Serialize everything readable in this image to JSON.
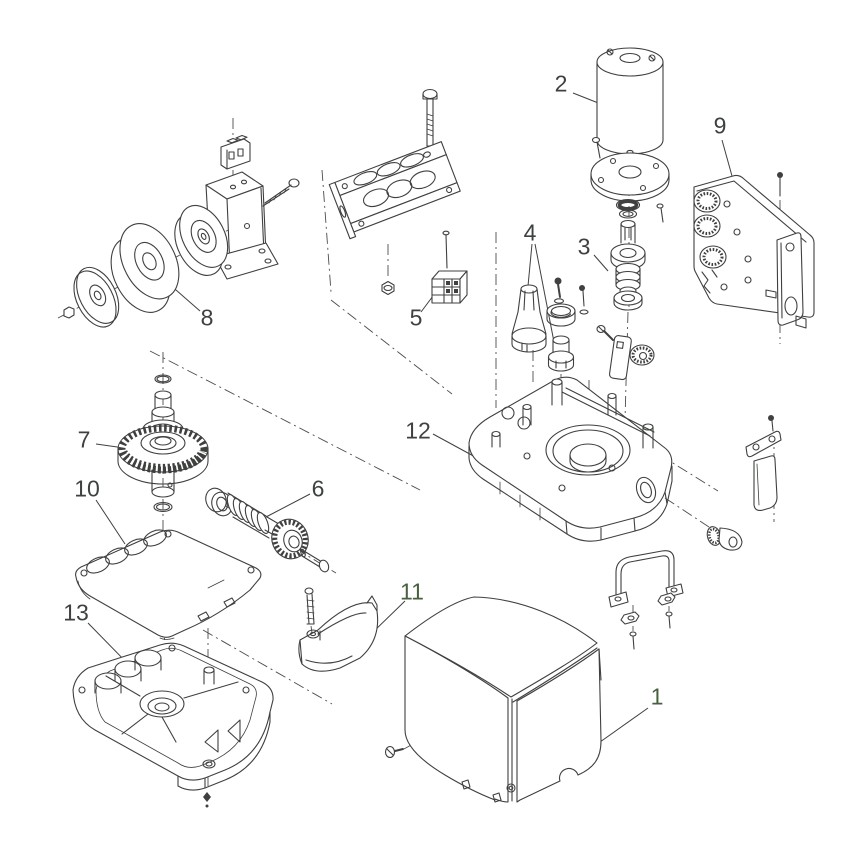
{
  "diagram": {
    "type": "exploded-parts-diagram",
    "background": "#ffffff",
    "line_color": "#3e413e",
    "callout_color": "#3d423e",
    "callout_accent_color": "#48603f",
    "callouts": [
      {
        "label": "1",
        "accent": true
      },
      {
        "label": "2",
        "accent": false
      },
      {
        "label": "3",
        "accent": false
      },
      {
        "label": "4",
        "accent": false
      },
      {
        "label": "5",
        "accent": false
      },
      {
        "label": "6",
        "accent": false
      },
      {
        "label": "7",
        "accent": false
      },
      {
        "label": "8",
        "accent": false
      },
      {
        "label": "9",
        "accent": false
      },
      {
        "label": "10",
        "accent": false
      },
      {
        "label": "11",
        "accent": true
      },
      {
        "label": "12",
        "accent": false
      },
      {
        "label": "13",
        "accent": false
      }
    ]
  }
}
